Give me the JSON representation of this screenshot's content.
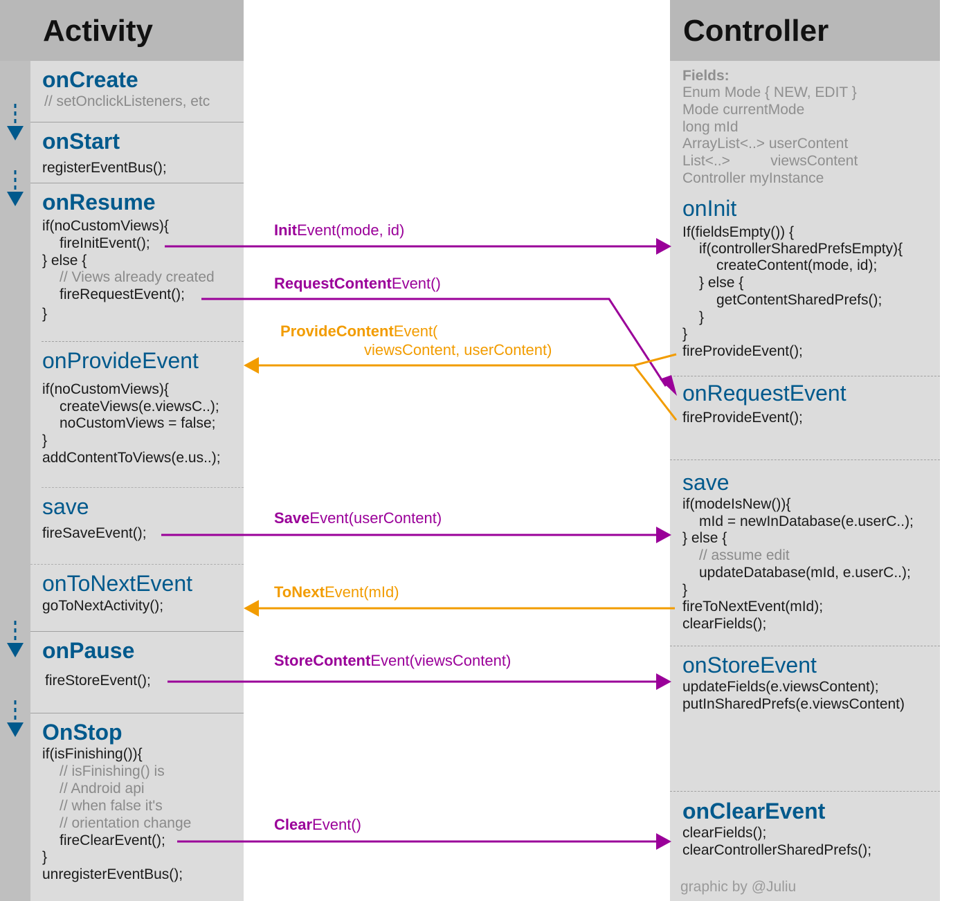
{
  "colors": {
    "title_blue": "#00598c",
    "purple": "#9a0099",
    "orange": "#f29c00",
    "panel_gray": "#dcdcdc",
    "header_gray": "#b8b8b8"
  },
  "activity": {
    "title": "Activity",
    "on_create": {
      "title": "onCreate",
      "comment": "// setOnclickListeners, etc"
    },
    "on_start": {
      "title": "onStart",
      "line1": "registerEventBus();"
    },
    "on_resume": {
      "title": "onResume",
      "l1": "if(noCustomViews){",
      "l2": "fireInitEvent();",
      "l3": "} else {",
      "l4": "// Views already created",
      "l5": "fireRequestEvent();",
      "l6": "}"
    },
    "on_provide_event": {
      "title": "onProvideEvent",
      "l1": "if(noCustomViews){",
      "l2": "createViews(e.viewsC..);",
      "l3": "noCustomViews = false;",
      "l4": "}",
      "l5": "addContentToViews(e.us..);"
    },
    "save": {
      "title": "save",
      "l1": "fireSaveEvent();"
    },
    "on_to_next_event": {
      "title": "onToNextEvent",
      "l1": "goToNextActivity();"
    },
    "on_pause": {
      "title": "onPause",
      "l1": "fireStoreEvent();"
    },
    "on_stop": {
      "title": "OnStop",
      "l1": "if(isFinishing()){",
      "c1": "// isFinishing() is",
      "c2": "// Android api",
      "c3": "// when false it's",
      "c4": "// orientation change",
      "l2": "fireClearEvent();",
      "l3": "}",
      "l4": "unregisterEventBus();"
    }
  },
  "controller": {
    "title": "Controller",
    "fields_label": "Fields:",
    "fields": [
      "Enum Mode { NEW, EDIT }",
      "Mode currentMode",
      "long mId",
      "ArrayList<..> userContent",
      "List<..>          viewsContent",
      "Controller myInstance"
    ],
    "on_init": {
      "title": "onInit",
      "l1": "If(fieldsEmpty()) {",
      "l2": "if(controllerSharedPrefsEmpty){",
      "l3": "createContent(mode, id);",
      "l4": "} else {",
      "l5": "getContentSharedPrefs();",
      "l6": "}",
      "l7": "}",
      "l8": "fireProvideEvent();"
    },
    "on_request_event": {
      "title": "onRequestEvent",
      "l1": "fireProvideEvent();"
    },
    "save": {
      "title": "save",
      "l1": "if(modeIsNew()){",
      "l2": "mId = newInDatabase(e.userC..);",
      "l3": "} else {",
      "l4": "// assume edit",
      "l5": "updateDatabase(mId, e.userC..);",
      "l6": "}",
      "l7": "fireToNextEvent(mId);",
      "l8": "clearFields();"
    },
    "on_store_event": {
      "title": "onStoreEvent",
      "l1": "updateFields(e.viewsContent);",
      "l2": "putInSharedPrefs(e.viewsContent)"
    },
    "on_clear_event": {
      "title": "onClearEvent",
      "l1": "clearFields();",
      "l2": "clearControllerSharedPrefs();"
    },
    "credit": "graphic by @Juliu"
  },
  "events": {
    "init": {
      "name": "Init",
      "args": "Event(mode, id)"
    },
    "request_content": {
      "name": "RequestContent",
      "args": "Event()"
    },
    "provide_content": {
      "name": "ProvideContent",
      "args": "Event(",
      "args2": "viewsContent, userContent)"
    },
    "save": {
      "name": "Save",
      "args": "Event(userContent)"
    },
    "to_next": {
      "name": "ToNext",
      "args": "Event(mId)"
    },
    "store_content": {
      "name": "StoreContent",
      "args": "Event(viewsContent)"
    },
    "clear": {
      "name": "Clear",
      "args": "Event()"
    }
  }
}
